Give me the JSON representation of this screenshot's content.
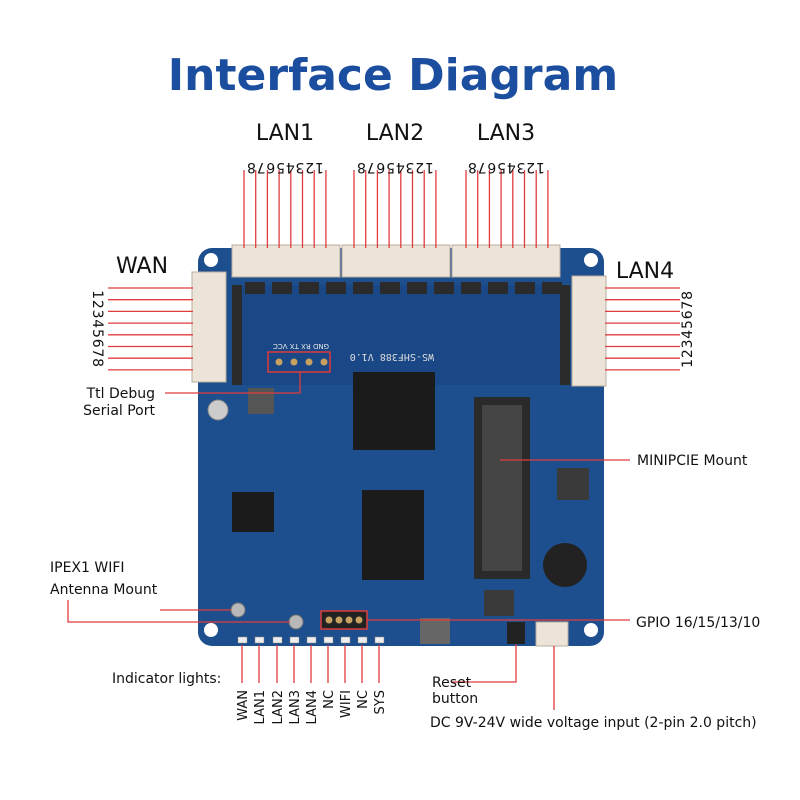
{
  "title": "Interface Diagram",
  "colors": {
    "title": "#1b4e9e",
    "callout": "#e03c3c",
    "board": "#1d4f8f",
    "connector": "#ece4d8"
  },
  "ports": {
    "lan1": {
      "label": "LAN1",
      "pins": "12345678"
    },
    "lan2": {
      "label": "LAN2",
      "pins": "12345678"
    },
    "lan3": {
      "label": "LAN3",
      "pins": "12345678"
    },
    "wan": {
      "label": "WAN",
      "pins": "12345678"
    },
    "lan4": {
      "label": "LAN4",
      "pins": "12345678"
    }
  },
  "board": {
    "silkscreen": "WS-SHF388 V1.0",
    "debug_pins": "GND RX TX VCC"
  },
  "callouts": {
    "ttl_line1": "Ttl Debug",
    "ttl_line2": "Serial Port",
    "minipcie": "MINIPCIE Mount",
    "ipex_line1": "IPEX1 WIFI",
    "ipex_line2": "Antenna Mount",
    "gpio": "GPIO 16/15/13/10",
    "indicator": "Indicator lights:",
    "reset_line1": "Reset",
    "reset_line2": "button",
    "dc": "DC 9V-24V wide voltage input (2-pin 2.0 pitch)"
  },
  "leds": [
    "WAN",
    "LAN1",
    "LAN2",
    "LAN3",
    "LAN4",
    "NC",
    "WIFI",
    "NC",
    "SYS"
  ]
}
